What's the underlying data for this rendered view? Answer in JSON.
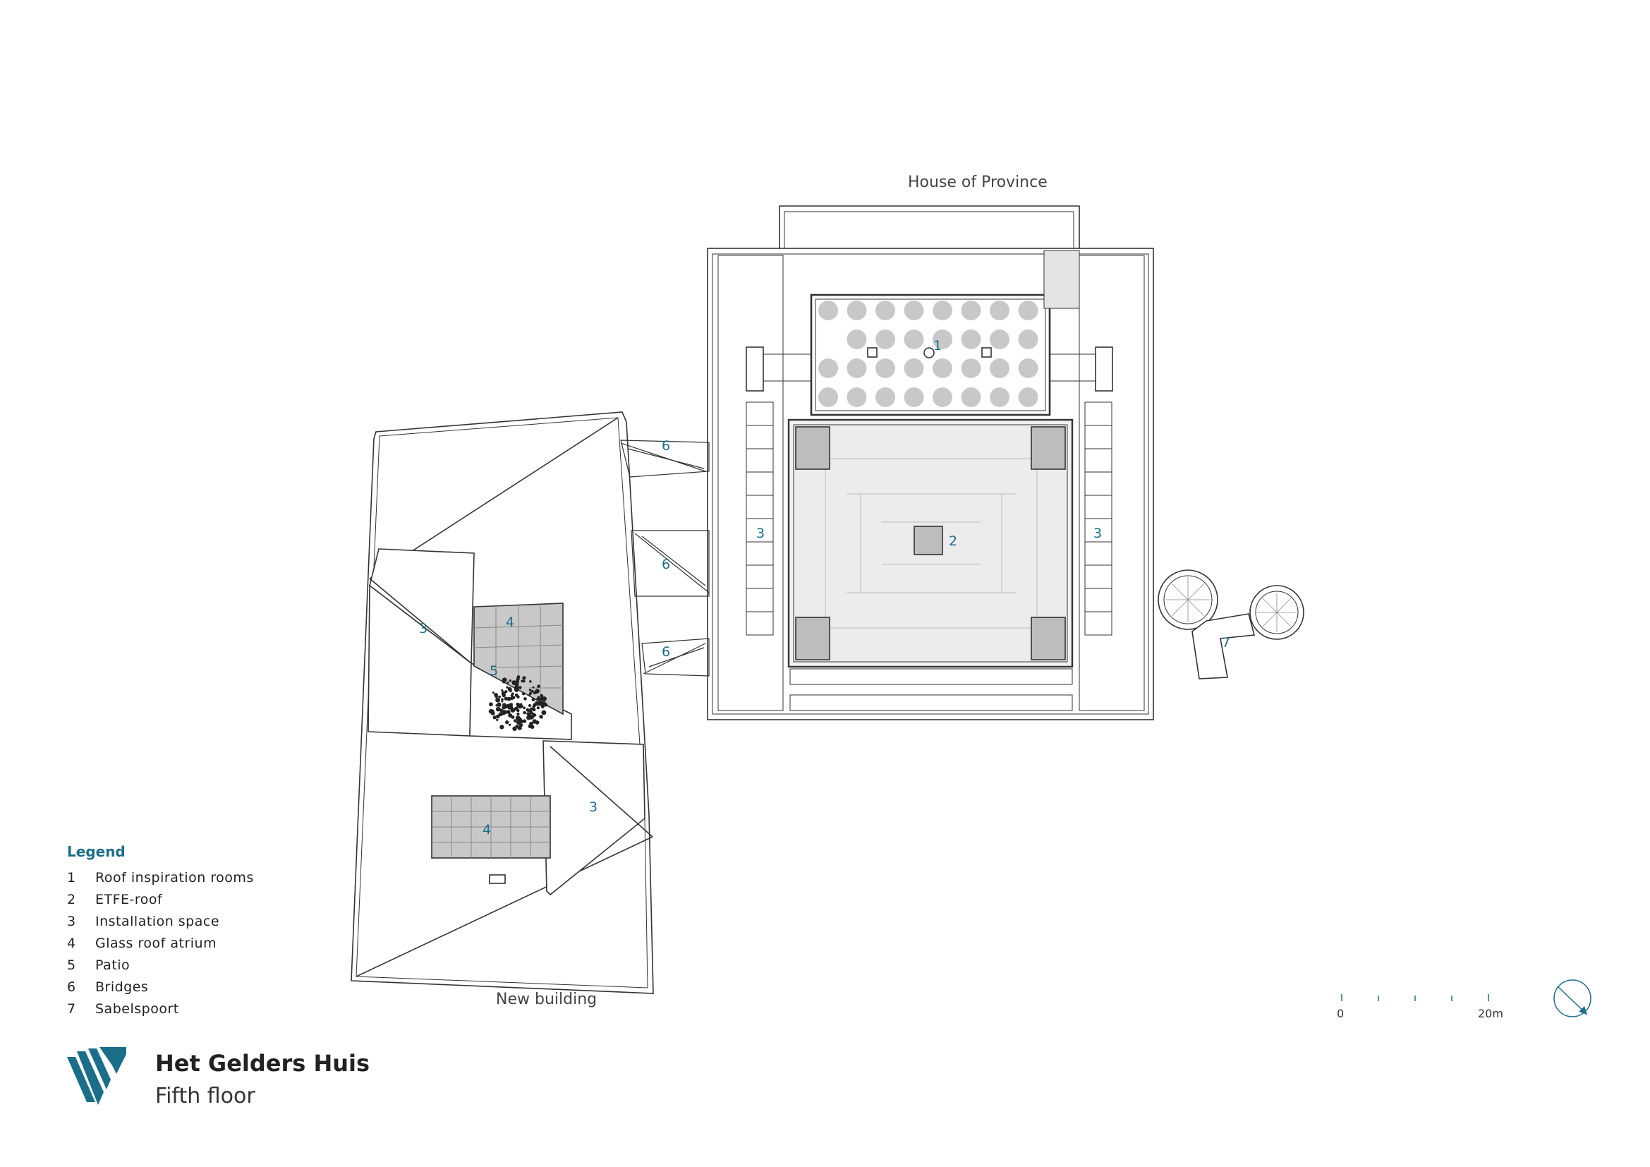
{
  "buildings": {
    "house_of_province": "House of Province",
    "new_building": "New building"
  },
  "zone_numbers": {
    "roof_rooms": "1",
    "etfe": "2",
    "install_left": "3",
    "install_right": "3",
    "install_new_upper": "3",
    "install_new_lower": "3",
    "glass_upper": "4",
    "glass_lower": "4",
    "patio": "5",
    "bridge_1": "6",
    "bridge_2": "6",
    "bridge_3": "6",
    "sabelspoort": "7"
  },
  "legend": {
    "title": "Legend",
    "items": [
      {
        "n": "1",
        "label": "Roof inspiration rooms"
      },
      {
        "n": "2",
        "label": "ETFE-roof"
      },
      {
        "n": "3",
        "label": "Installation space"
      },
      {
        "n": "4",
        "label": "Glass roof atrium"
      },
      {
        "n": "5",
        "label": "Patio"
      },
      {
        "n": "6",
        "label": "Bridges"
      },
      {
        "n": "7",
        "label": "Sabelspoort"
      }
    ]
  },
  "title": "Het Gelders Huis",
  "subtitle": "Fifth floor",
  "scale": {
    "start": "0",
    "end": "20m"
  },
  "colors": {
    "accent": "#1a6e8a",
    "line": "#333333",
    "fill_gray": "#c8c8c8",
    "fill_light": "#ebebeb"
  },
  "icons": {
    "logo": "gelders-huis-logo",
    "north": "north-arrow-icon"
  }
}
